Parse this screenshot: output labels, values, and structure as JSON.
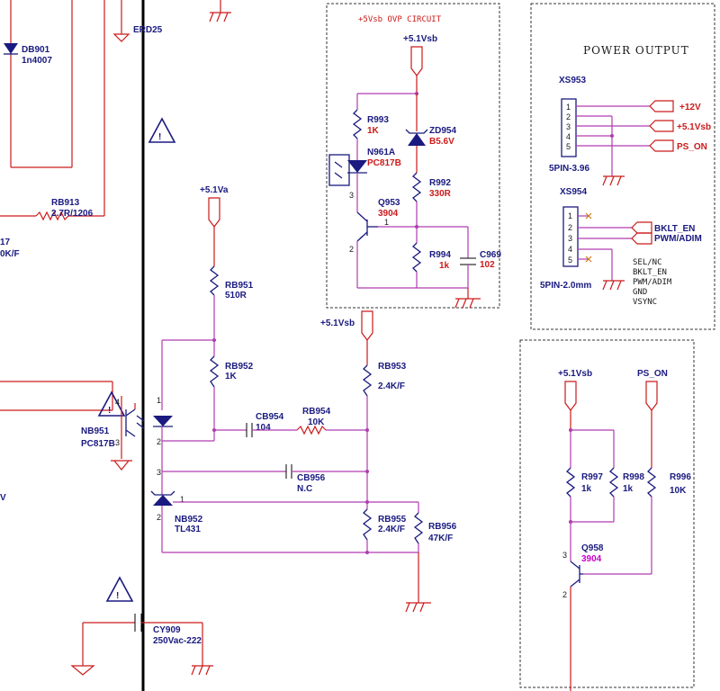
{
  "ovp_block": {
    "title": "+5Vsb OVP  CIRCUIT",
    "rail": "+5.1Vsb",
    "r993_ref": "R993",
    "r993_val": "1K",
    "zd954_ref": "ZD954",
    "zd954_val": "B5.6V",
    "opto_ref": "N961A",
    "opto_val": "PC817B",
    "r992_ref": "R992",
    "r992_val": "330R",
    "q953_ref": "Q953",
    "q953_val": "3904",
    "r994_ref": "R994",
    "r994_val": "1k",
    "c969_ref": "C969",
    "c969_val": "102"
  },
  "power_output": {
    "title": "POWER OUTPUT",
    "xs953_ref": "XS953",
    "xs953_type": "5PIN-3.96",
    "xs953_pins": [
      "1",
      "2",
      "3",
      "4",
      "5"
    ],
    "net_12v": "+12V",
    "net_51vsb": "+5.1Vsb",
    "net_ps_on": "PS_ON",
    "xs954_ref": "XS954",
    "xs954_type": "5PIN-2.0mm",
    "xs954_pins": [
      "1",
      "2",
      "3",
      "4",
      "5"
    ],
    "net_bklt": "BKLT_EN",
    "net_pwm": "PWM/ADIM",
    "pin_notes": [
      "SEL/NC",
      "BKLT_EN",
      "PWM/ADIM",
      "GND",
      "VSYNC"
    ]
  },
  "feedback": {
    "rail_51va": "+5.1Va",
    "rail_51vsb": "+5.1Vsb",
    "rb951_ref": "RB951",
    "rb951_val": "510R",
    "rb952_ref": "RB952",
    "rb952_val": "1K",
    "rb953_ref": "RB953",
    "rb953_val": "2.4K/F",
    "cb954_ref": "CB954",
    "cb954_val": "104",
    "rb954_ref": "RB954",
    "rb954_val": "10K",
    "cb956_ref": "CB956",
    "cb956_val": "N.C",
    "nb951_ref": "NB951",
    "nb951_val": "PC817B",
    "nb952_ref": "NB952",
    "nb952_val": "TL431",
    "rb955_ref": "RB955",
    "rb955_val": "2.4K/F",
    "rb956_ref": "RB956",
    "rb956_val": "47K/F",
    "cy909_ref": "CY909",
    "cy909_val": "250Vac-222"
  },
  "left_side": {
    "db901_ref": "DB901",
    "db901_val": "1n4007",
    "erd25": "ERD25",
    "rb913_ref": "RB913",
    "rb913_val": "2.7R/1206",
    "cut_a": "17",
    "cut_b": "0K/F",
    "cut_v": "V"
  },
  "ps_on_block": {
    "rail": "+5.1Vsb",
    "ps_on": "PS_ON",
    "r997_ref": "R997",
    "r997_val": "1k",
    "r998_ref": "R998",
    "r998_val": "1k",
    "r996_ref": "R996",
    "r996_val": "10K",
    "q958_ref": "Q958",
    "q958_val": "3904"
  },
  "pin_numbers": {
    "one": "1",
    "two": "2",
    "three": "3",
    "four": "4"
  },
  "warning_symbol": "!"
}
